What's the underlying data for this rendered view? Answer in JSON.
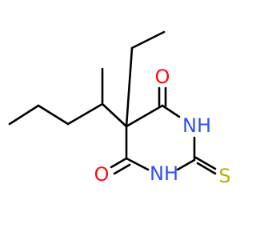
{
  "molecule": {
    "atoms": {
      "o_top": {
        "symbol": "O",
        "color": "#ff0d0d"
      },
      "nh_right": {
        "symbol": "NH",
        "color": "#3050f8"
      },
      "nh_bottom": {
        "symbol": "NH",
        "color": "#3050f8"
      },
      "o_left": {
        "symbol": "O",
        "color": "#ff0d0d"
      },
      "s_right": {
        "symbol": "S",
        "color": "#b2b200"
      }
    },
    "bond_color": "#000000",
    "background": "#ffffff"
  }
}
